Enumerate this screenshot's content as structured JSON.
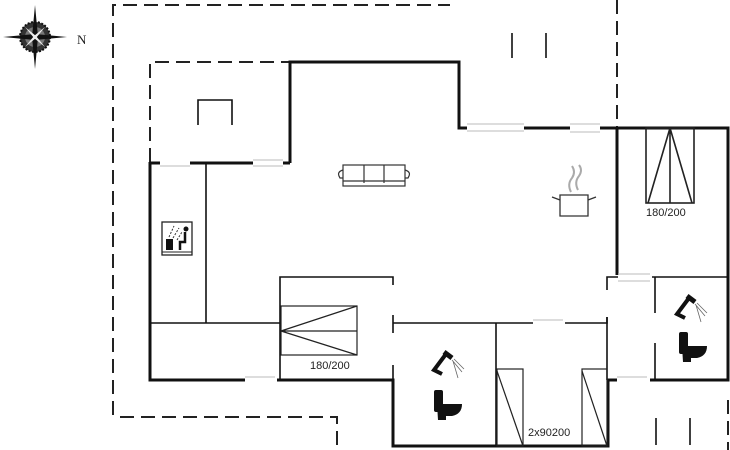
{
  "compass": {
    "north_label": "N",
    "icon": "compass-rose-icon"
  },
  "rooms": {
    "bedroom_top_right": {
      "bed_label": "180/200"
    },
    "bedroom_middle": {
      "bed_label": "180/200"
    },
    "bedroom_bottom": {
      "bed_label": "2x90200"
    }
  },
  "icons": [
    "sofa-icon",
    "cooking-pot-icon",
    "sauna-icon",
    "shower-icon",
    "toilet-icon"
  ]
}
